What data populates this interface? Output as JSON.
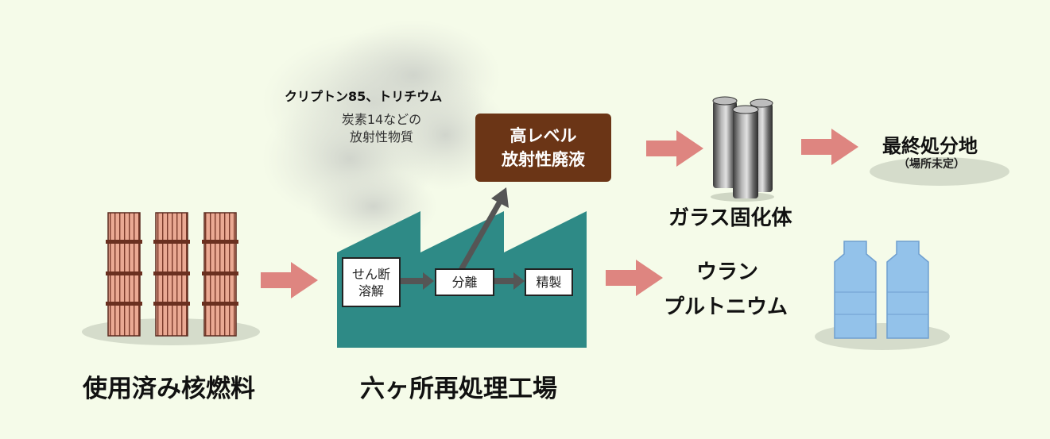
{
  "spent_fuel": {
    "label": "使用済み核燃料"
  },
  "plant": {
    "label": "六ヶ所再処理工場",
    "steps": [
      {
        "label": "せん断\n溶解"
      },
      {
        "label": "分離"
      },
      {
        "label": "精製"
      }
    ]
  },
  "emissions": {
    "main": "クリプトン85、トリチウム",
    "sub_line1": "炭素14などの",
    "sub_line2": "放射性物質"
  },
  "hlw": {
    "line1": "高レベル",
    "line2": "放射性廃液"
  },
  "glass": {
    "label": "ガラス固化体"
  },
  "disposal": {
    "label": "最終処分地",
    "note": "（場所未定）"
  },
  "products": {
    "line1": "ウラン",
    "line2": "プルトニウム"
  },
  "colors": {
    "background": "#f5fbe9",
    "factory": "#2e8a86",
    "arrow_pink": "#de8580",
    "hlw_box": "#6b3516",
    "fuel": "#e9a98f",
    "container": "#93c2ea"
  }
}
